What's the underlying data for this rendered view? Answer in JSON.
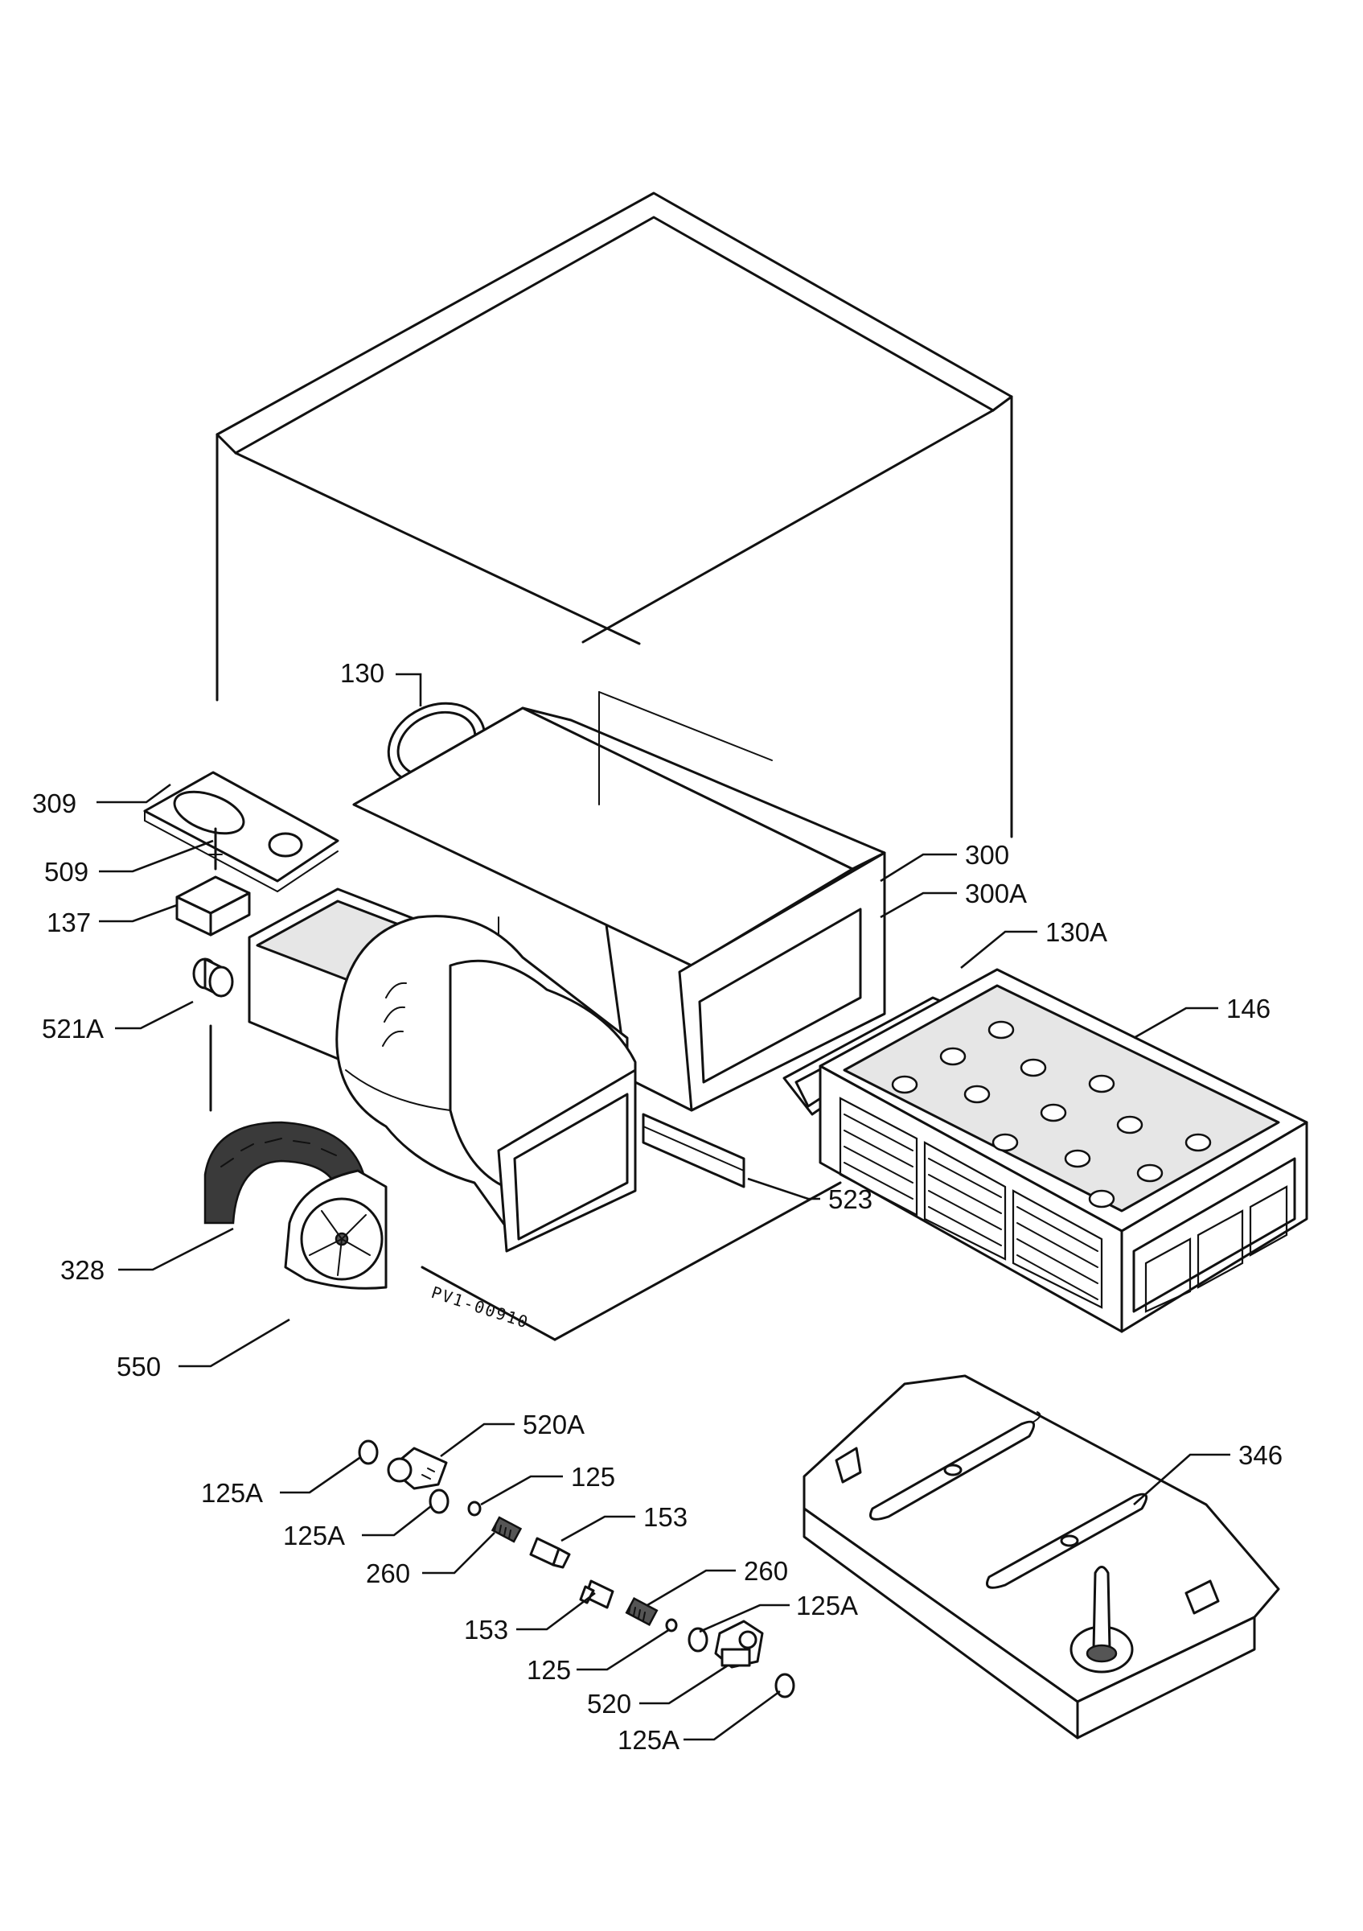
{
  "diagram": {
    "drawing_code": "PV1-00910",
    "labels": {
      "l130": "130",
      "l309": "309",
      "l509": "509",
      "l137": "137",
      "l521A": "521A",
      "l300": "300",
      "l300A": "300A",
      "l130A": "130A",
      "l146": "146",
      "l523": "523",
      "l328": "328",
      "l550": "550",
      "l520A": "520A",
      "l125A_1": "125A",
      "l125A_2": "125A",
      "l125_1": "125",
      "l153_1": "153",
      "l260_1": "260",
      "l260_2": "260",
      "l153_2": "153",
      "l125A_3": "125A",
      "l125_2": "125",
      "l520": "520",
      "l125A_4": "125A",
      "l346": "346"
    }
  }
}
